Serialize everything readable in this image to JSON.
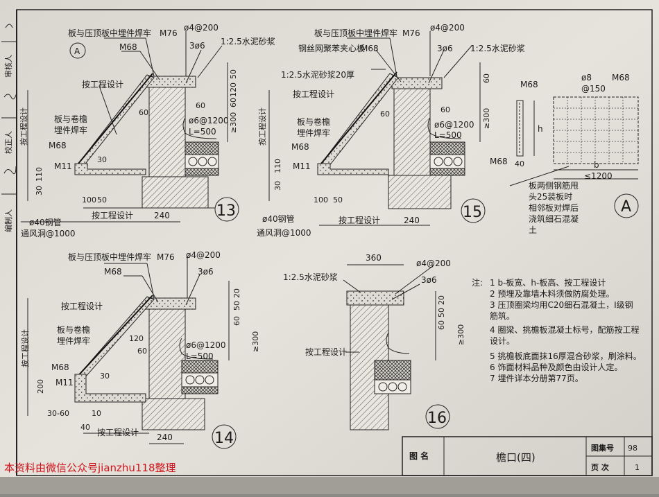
{
  "sheet_labels": {
    "reviewer": "审核人",
    "checker": "校正人",
    "compiler": "编制人"
  },
  "detail13": {
    "weld_note": "板与压顶板中埋件焊牢",
    "m76": "M76",
    "rebar_top": "ø4@200",
    "m68": "M68",
    "three_phi6": "3ø6",
    "mortar": "1:2.5水泥砂浆",
    "by_design": "按工程设计",
    "dim_60_a": "60",
    "dim_50": "50",
    "dim_120": "120",
    "dim_60_b": "60",
    "dim_60_c": "60",
    "dim_300": "≥300",
    "rebar_1200": "ø6@1200",
    "l500": "L=500",
    "eave_weld": "板与卷檐",
    "eave_weld2": "埋件焊牢",
    "m68_b": "M68",
    "m11": "M11",
    "dim_30": "30",
    "dim_110": "110",
    "dim_30b": "30",
    "dim_100": "100",
    "dim_50b": "50",
    "side_design": "按工程设计",
    "pipe": "ø40钢管",
    "vent": "通风洞@1000",
    "bottom_design": "按工程设计",
    "dim_240": "240",
    "num": "13",
    "circle_a": "A"
  },
  "detail15": {
    "weld_note": "板与压顶板中埋件焊牢",
    "m76": "M76",
    "rebar_top": "ø4@200",
    "panel": "钢丝网聚苯夹心板",
    "m68": "M68",
    "three_phi6": "3ø6",
    "mortar": "1:2.5水泥砂浆",
    "mortar20": "1:2.5水泥砂浆20厚",
    "by_design": "按工程设计",
    "dim_60": "60",
    "dim_300": "≥300",
    "dim_60t": "60",
    "dim_60u": "60",
    "rebar_1200": "ø6@1200",
    "l500": "L=500",
    "eave_weld": "板与卷檐",
    "eave_weld2": "埋件焊牢",
    "m68_b": "M68",
    "m11": "M11",
    "dim_110": "110",
    "dim_30": "30",
    "dim_100": "100",
    "dim_50": "50",
    "side_design": "按工程设计",
    "pipe": "ø40钢管",
    "vent": "通风洞@1000",
    "bottom_design": "按工程设计",
    "dim_240": "240",
    "num": "15"
  },
  "detailA": {
    "m68": "M68",
    "rebar": "ø8",
    "spacing": "@150",
    "m68_r": "M68",
    "h": "h",
    "m68_b": "M68",
    "dim_40": "40",
    "b": "b",
    "max_1200": "≤1200",
    "note1": "板两侧钢筋甩",
    "note2": "头25装板时",
    "note3": "相邻板对焊后",
    "note4": "浇筑细石混凝",
    "note5": "土",
    "circle": "A"
  },
  "detail14": {
    "weld_note": "板与压顶板中埋件焊牢",
    "m76": "M76",
    "rebar_top": "ø4@200",
    "m68": "M68",
    "three_phi6": "3ø6",
    "by_design": "按工程设计",
    "eave_weld": "板与卷檐",
    "eave_weld2": "埋件焊牢",
    "dim_120": "120",
    "dim_60": "60",
    "dim_50": "50",
    "dim_20": "20",
    "dim_60b": "60",
    "dim_300": "≥300",
    "rebar_1200": "ø6@1200",
    "l500": "L=500",
    "m68_b": "M68",
    "m11": "M11",
    "dim_200": "200",
    "dim_30": "30",
    "dim_3060": "30-60",
    "dim_10": "10",
    "dim_40": "40",
    "side_design": "按工程设计",
    "bottom_design": "按工程设计",
    "dim_240": "240",
    "num": "14"
  },
  "detail16": {
    "dim_360": "360",
    "rebar_top": "ø4@200",
    "mortar": "1:2.5水泥砂浆",
    "three_phi6": "3ø6",
    "dim_60": "60",
    "dim_50": "50",
    "dim_20": "20",
    "dim_300": "≥300",
    "by_design": "按工程设计",
    "num": "16"
  },
  "notes": {
    "title": "注:",
    "items": [
      "1  b-板宽、h-板高、按工程设计",
      "2  预埋及靠墙木料须做防腐处理。",
      "3  压顶圈梁均用C20细石混凝土，Ⅰ级钢",
      "    筋筑。",
      "4  圈梁、挑檐板混凝土标号，配筋按工程",
      "    设计。",
      "5  挑檐板底面抹16厚混合砂浆，刷涂料。",
      "6  饰面材料品种及颜色由设计人定。",
      "7  埋件详本分册第77页。"
    ]
  },
  "title_block": {
    "label_name": "图  名",
    "name": "檐口(四)",
    "label_no": "图集号",
    "no": "98",
    "label_page": "页  次",
    "page": "1"
  },
  "watermark": "本资料由微信公众号jianzhu118整理"
}
